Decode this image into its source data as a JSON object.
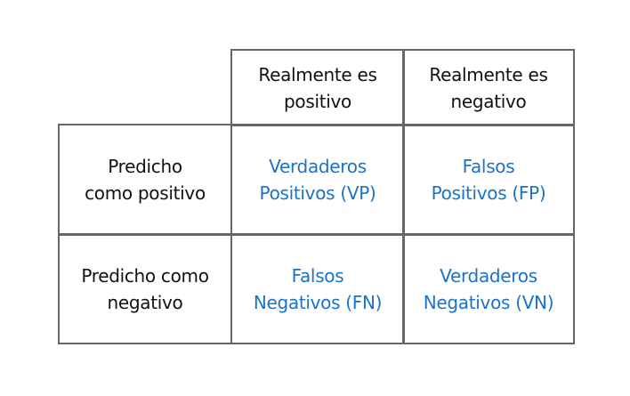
{
  "colors": {
    "border": "#666666",
    "highlight_text": "#1a73c8",
    "label_text": "#111111"
  },
  "columns": [
    {
      "line1": "Realmente es",
      "line2": "positivo"
    },
    {
      "line1": "Realmente es",
      "line2": "negativo"
    }
  ],
  "rows": [
    {
      "line1": "Predicho",
      "line2": "como positivo",
      "cells": [
        {
          "line1": "Verdaderos",
          "line2": "Positivos (VP)"
        },
        {
          "line1": "Falsos",
          "line2": "Positivos (FP)"
        }
      ]
    },
    {
      "line1": "Predicho como",
      "line2": "negativo",
      "cells": [
        {
          "line1": "Falsos",
          "line2": "Negativos (FN)"
        },
        {
          "line1": "Verdaderos",
          "line2": "Negativos (VN)"
        }
      ]
    }
  ]
}
